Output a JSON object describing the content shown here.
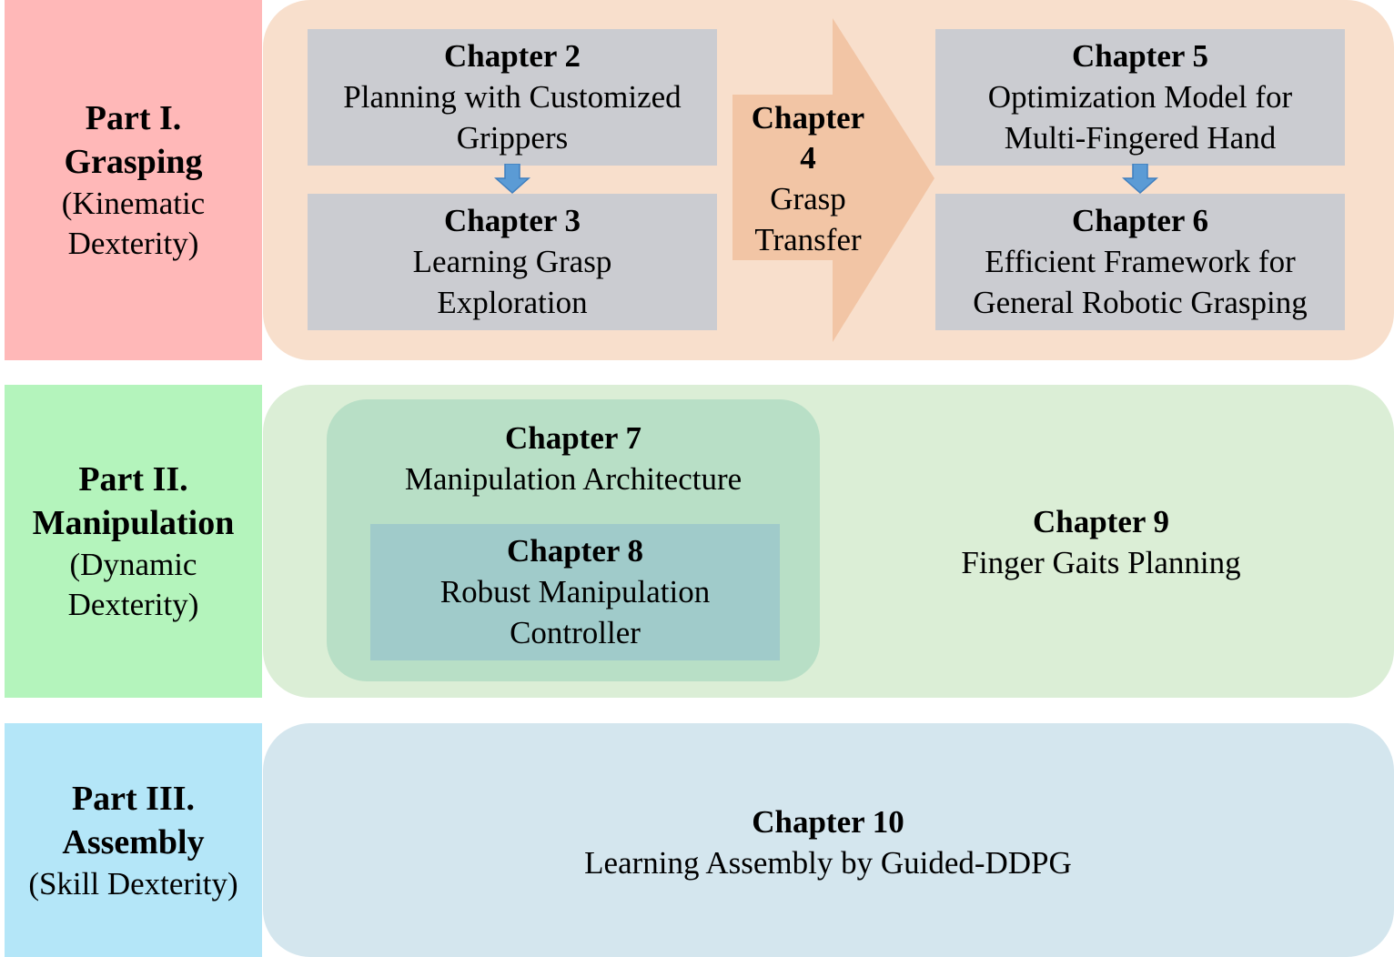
{
  "parts": [
    {
      "title": "Part I.",
      "name": "Grasping",
      "sub1": "(Kinematic",
      "sub2": "Dexterity)",
      "color": "#ffb8b8"
    },
    {
      "title": "Part II.",
      "name": "Manipulation",
      "sub1": "(Dynamic",
      "sub2": "Dexterity)",
      "color": "#b4f4bc"
    },
    {
      "title": "Part III.",
      "name": "Assembly",
      "sub1": "(Skill Dexterity)",
      "color": "#b4e6f8"
    }
  ],
  "chapters": {
    "ch2": {
      "title": "Chapter 2",
      "line1": "Planning with Customized",
      "line2": "Grippers"
    },
    "ch3": {
      "title": "Chapter 3",
      "line1": "Learning Grasp",
      "line2": "Exploration"
    },
    "ch4": {
      "title1": "Chapter",
      "title2": "4",
      "line1": "Grasp",
      "line2": "Transfer"
    },
    "ch5": {
      "title": "Chapter 5",
      "line1": "Optimization Model for",
      "line2": "Multi-Fingered Hand"
    },
    "ch6": {
      "title": "Chapter 6",
      "line1": "Efficient Framework for",
      "line2": "General Robotic Grasping"
    },
    "ch7": {
      "title": "Chapter 7",
      "line1": "Manipulation Architecture"
    },
    "ch8": {
      "title": "Chapter 8",
      "line1": "Robust Manipulation",
      "line2": "Controller"
    },
    "ch9": {
      "title": "Chapter 9",
      "line1": "Finger Gaits Planning"
    },
    "ch10": {
      "title": "Chapter 10",
      "line1": "Learning Assembly by Guided-DDPG"
    }
  },
  "colors": {
    "panel_grasping": "#f8dfcc",
    "panel_manipulation": "#dbeed6",
    "panel_assembly": "#d4e6ee",
    "chapter_box": "#cbccd1",
    "transfer_arrow": "#f2c5a5",
    "down_arrow": "#5b9bd5"
  }
}
